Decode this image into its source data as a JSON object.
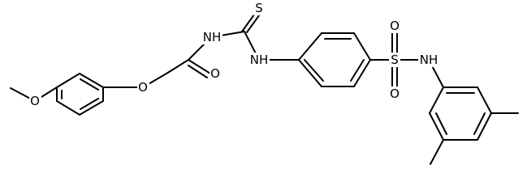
{
  "diagram": {
    "type": "chemical-structure",
    "line_color": "#000000",
    "background": "#ffffff",
    "atom_labels": {
      "methoxy_o": "O",
      "ether_o": "O",
      "carbonyl_o": "O",
      "amide_nh": "NH",
      "thio_s": "S",
      "thio_nh": "NH",
      "sulfonyl_s": "S",
      "sulfonyl_o_top": "O",
      "sulfonyl_o_bottom": "O",
      "sulfonamide_nh": "NH"
    }
  }
}
